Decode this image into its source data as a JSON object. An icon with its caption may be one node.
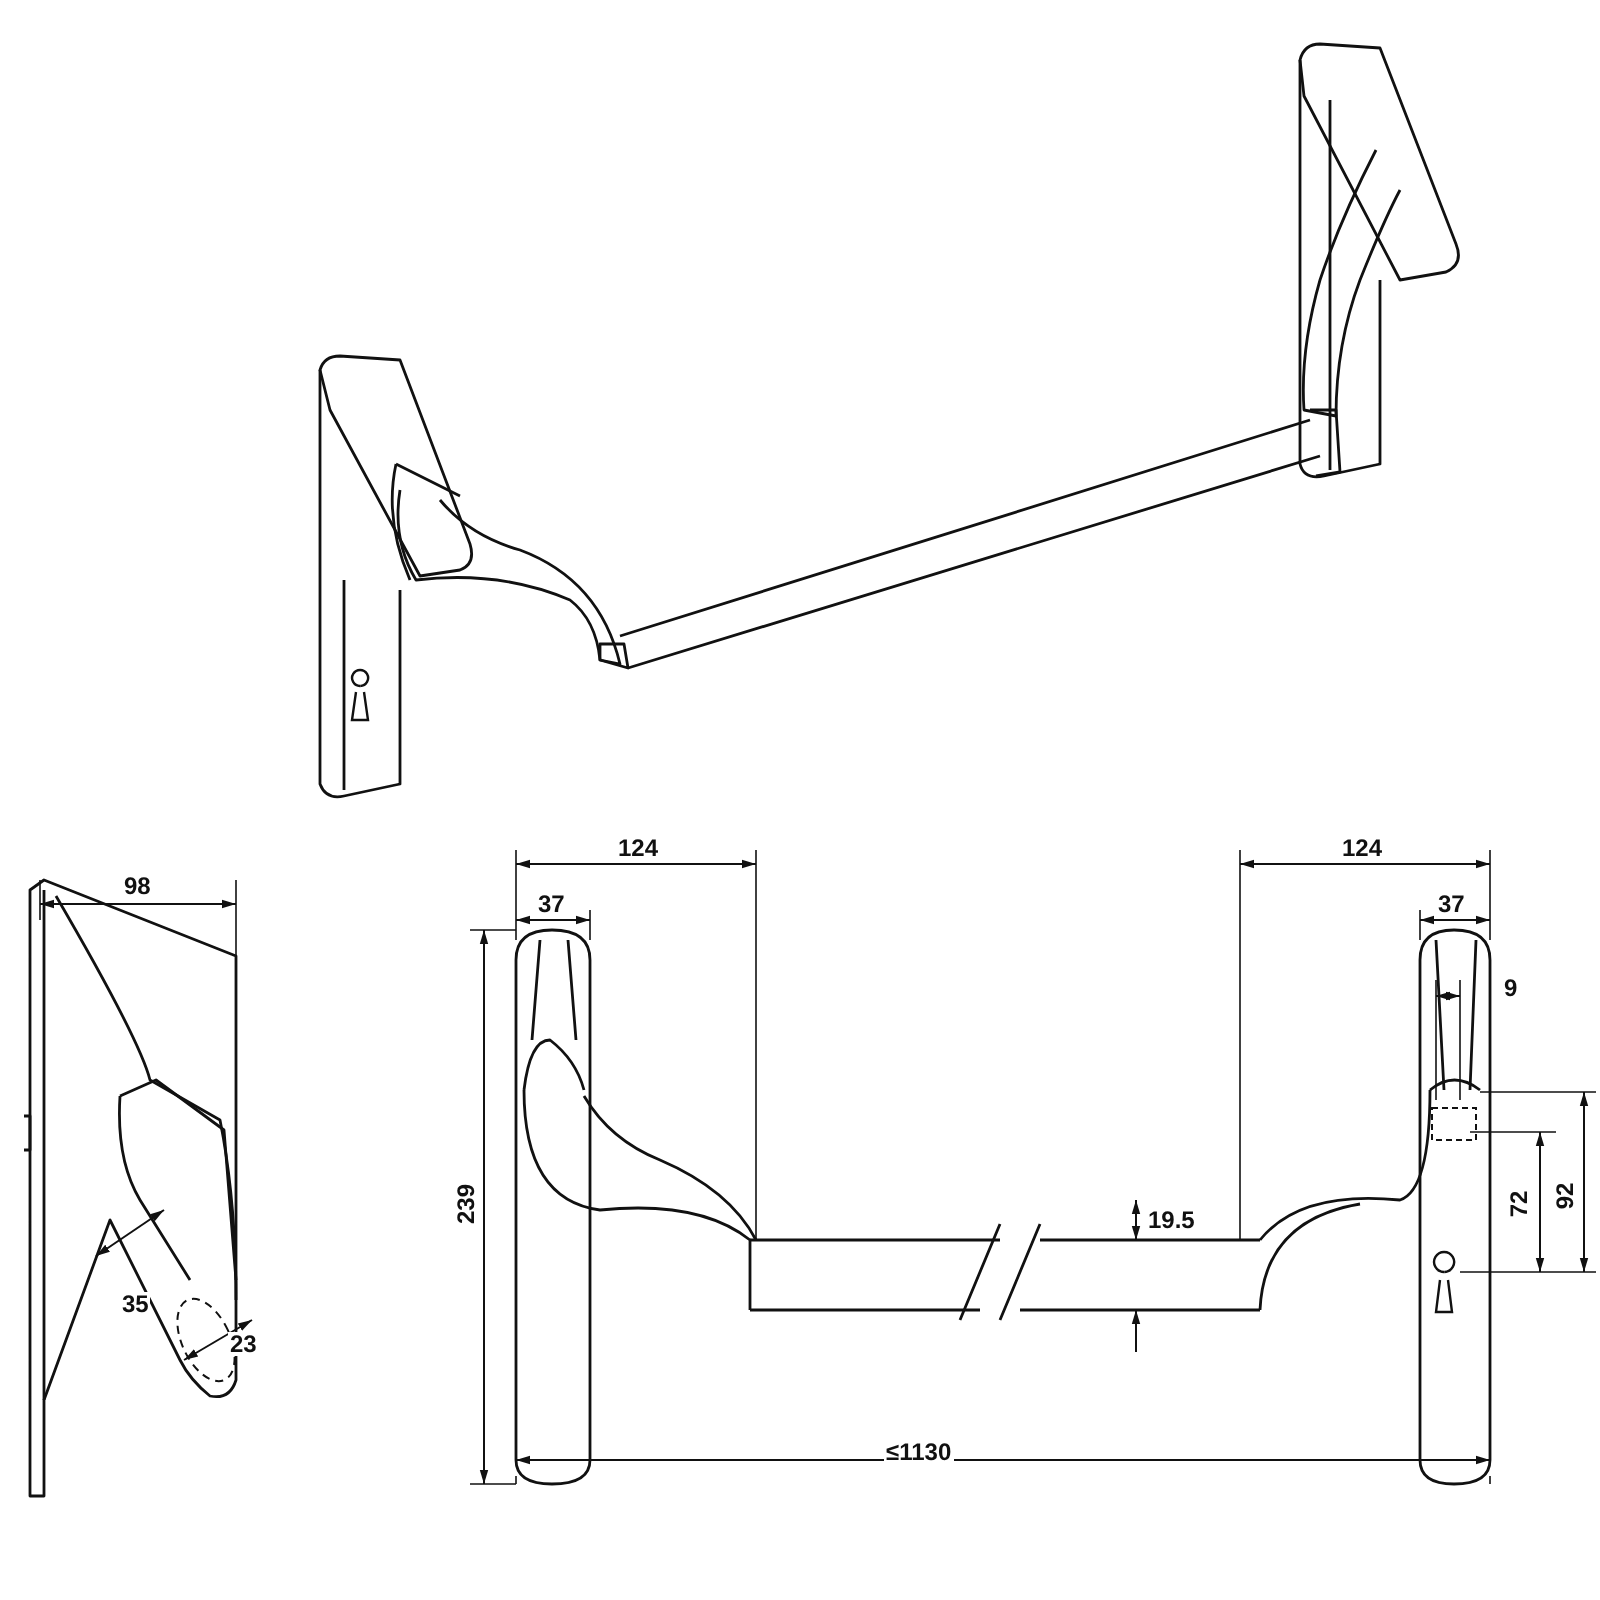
{
  "diagram": {
    "labels": [
      "98",
      "124",
      "124",
      "37",
      "37",
      "9",
      "239",
      "72",
      "92",
      "19.5",
      "35",
      "23",
      "≤1130"
    ]
  }
}
